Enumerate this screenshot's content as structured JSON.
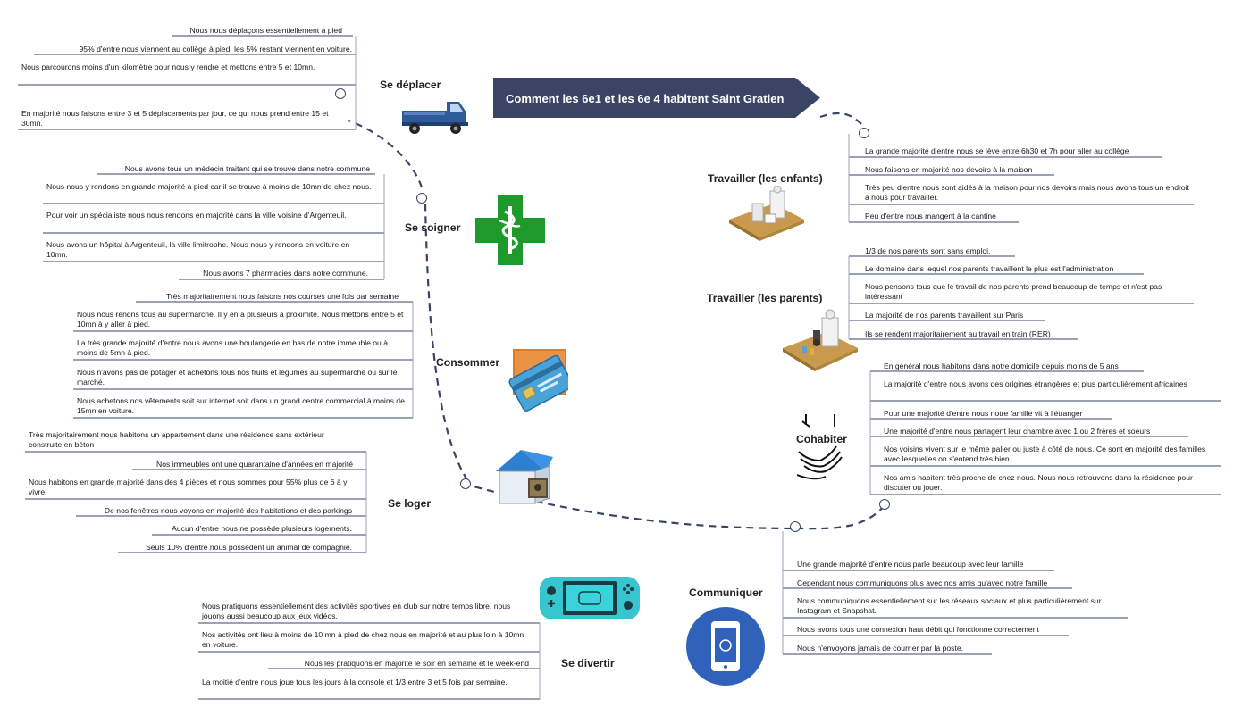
{
  "title": "Comment les 6e1 et les 6e 4 habitent Saint Gratien",
  "colors": {
    "connector": "#3a4566",
    "title_bg": "#3a4566",
    "branch_line": "#3a4566"
  },
  "topics": {
    "deplacer": {
      "label": "Se déplacer",
      "icon": "truck-icon",
      "items": [
        "Nous nous déplaçons essentiellement à pied",
        "95% d'entre nous viennent au collège à pied. les 5% restant viennent en voiture.",
        "Nous parcourons moins d'un kilomètre pour nous y rendre et mettons entre 5 et 10mn.",
        "En majorité nous faisons entre 3 et 5 déplacements par jour, ce qui nous prend entre 15 et 30mn."
      ]
    },
    "soigner": {
      "label": "Se soigner",
      "icon": "pharmacy-cross-icon",
      "items": [
        "Nous avons tous un médecin traitant qui se trouve dans notre commune",
        "Nous nous y rendons en grande majorité à pied car il se trouve à moins de 10mn de chez nous.",
        "Pour voir un spécialiste nous nous rendons en majorité dans la ville voisine d'Argenteuil.",
        "Nous avons un hôpital à Argenteuil, la ville limitrophe. Nous nous y rendons en voiture en 10mn.",
        "Nous avons 7 pharmacies dans notre commune."
      ]
    },
    "consommer": {
      "label": "Consommer",
      "icon": "credit-card-icon",
      "items": [
        "Très majoritairement nous faisons nos courses une fois par semaine",
        "Nous nous rendns tous au supermarché. Il y en a plusieurs à proximité. Nous mettons entre 5 et 10mn à y aller à pied.",
        "La très grande majorité d'entre nous avons une boulangerie en bas de notre immeuble ou à moins de 5mn à pied.",
        "Nous n'avons pas de potager et achetons tous nos fruits et légumes au supermarché ou sur le marché.",
        "Nous achetons nos vêtements soit sur internet soit dans un grand centre commercial à moins de 15mn en voiture."
      ]
    },
    "loger": {
      "label": "Se loger",
      "icon": "house-icon",
      "items": [
        "Très majoritairement nous habitons un appartement dans une résidence sans extérieur construite en béton",
        "Nos immeubles ont une quarantaine d'années en majorité",
        "Nous habitons en grande majorité dans des 4 pièces et nous sommes pour 55% plus de 6 à y vivre.",
        "De nos fenêtres nous voyons en majorité des habitations et des parkings",
        "Aucun d'entre nous ne possède plusieurs logements.",
        "Seuls 10% d'entre nous possèdent un animal de compagnie."
      ]
    },
    "divertir": {
      "label": "Se divertir",
      "icon": "game-console-icon",
      "items": [
        "Nous pratiquons essentiellement des activités sportives en club sur notre temps libre. nous jouons aussi beaucoup aux jeux vidéos.",
        "Nos activités ont lieu à moins de 10 mn à pied de chez nous en majorité et au plus loin à 10mn en voiture.",
        "Nous les pratiquons en majorité le soir en semaine et le week-end",
        "La moitié d'entre nous joue tous les jours à la console et 1/3 entre 3 et 5 fois par semaine."
      ]
    },
    "enfants": {
      "label": "Travailler (les enfants)",
      "icon": "student-desk-icon",
      "items": [
        "La grande majorité d'entre nous se lève entre 6h30 et 7h pour aller au collège",
        "Nous faisons en majorité nos devoirs à la maison",
        "Très peu d'entre nous sont aidés à la maison pour nos devoirs mais nous avons tous un endroit à nous pour travailler.",
        "Peu d'entre nous mangent à la cantine"
      ]
    },
    "parents": {
      "label": "Travailler (les parents)",
      "icon": "scientist-desk-icon",
      "items": [
        "1/3 de nos parents sont sans emploi.",
        "Le domaine dans lequel nos parents travaillent le plus est l'administration",
        "Nous pensons tous que le travail de nos parents prend beaucoup de temps et n'est pas intéressant",
        "La majorité de nos parents travaillent sur Paris",
        "Ils se rendent majoritairement au travail en train (RER)"
      ]
    },
    "cohabiter": {
      "label": "Cohabiter",
      "icon": "handshake-icon",
      "items": [
        "En général nous habitons dans notre domicile depuis moins de 5 ans",
        "La majorité d'entre nous avons des origines étrangères et plus particulièrement africaines",
        "Pour une majorité d'entre nous notre famille vit à l'étranger",
        "Une majorité d'entre nous partagent leur chambre avec 1 ou 2 frères et soeurs",
        "Nos voisins vivent sur le même palier ou juste à côté de nous. Ce sont en majorité des familles avec lesquelles on s'entend très bien.",
        "Nos amis habitent très proche de chez nous. Nous nous retrouvons dans la résidence pour discuter ou jouer."
      ]
    },
    "communiquer": {
      "label": "Communiquer",
      "icon": "smartphone-icon",
      "items": [
        "Une grande majorité d'entre nous parle beaucoup avec leur famille",
        "Cependant nous communiquons plus avec nos amis qu'avec notre famille",
        "Nous communiquons essentiellement sur les réseaux sociaux et plus particulièrement sur Instagram et Snapshat.",
        "Nous avons tous une connexion haut débit qui fonctionne correctement",
        "Nous n'envoyons jamais de courrier par la poste."
      ]
    }
  }
}
